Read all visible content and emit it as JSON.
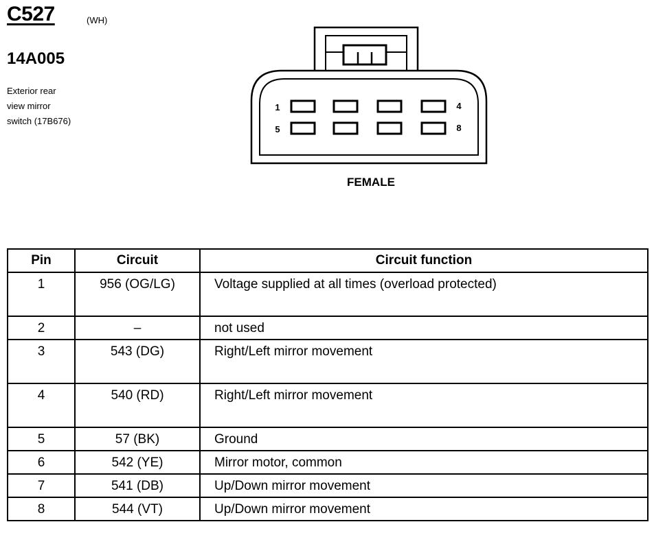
{
  "header": {
    "connector_id": "C527",
    "color_code": "(WH)",
    "part_number": "14A005",
    "description_lines": [
      "Exterior rear",
      "view mirror",
      "switch (17B676)"
    ]
  },
  "connector": {
    "gender": "FEMALE",
    "pin_labels": {
      "top_left": "1",
      "top_right": "4",
      "bottom_left": "5",
      "bottom_right": "8"
    }
  },
  "table": {
    "headers": {
      "pin": "Pin",
      "circuit": "Circuit",
      "function": "Circuit function"
    },
    "rows": [
      {
        "pin": "1",
        "circuit": "956 (OG/LG)",
        "function": "Voltage supplied at all times (overload protected)"
      },
      {
        "pin": "2",
        "circuit": "–",
        "function": "not used"
      },
      {
        "pin": "3",
        "circuit": "543 (DG)",
        "function": "Right/Left mirror movement"
      },
      {
        "pin": "4",
        "circuit": "540 (RD)",
        "function": "Right/Left mirror movement"
      },
      {
        "pin": "5",
        "circuit": "57 (BK)",
        "function": "Ground"
      },
      {
        "pin": "6",
        "circuit": "542 (YE)",
        "function": "Mirror motor, common"
      },
      {
        "pin": "7",
        "circuit": "541 (DB)",
        "function": "Up/Down mirror movement"
      },
      {
        "pin": "8",
        "circuit": "544 (VT)",
        "function": "Up/Down mirror movement"
      }
    ]
  }
}
